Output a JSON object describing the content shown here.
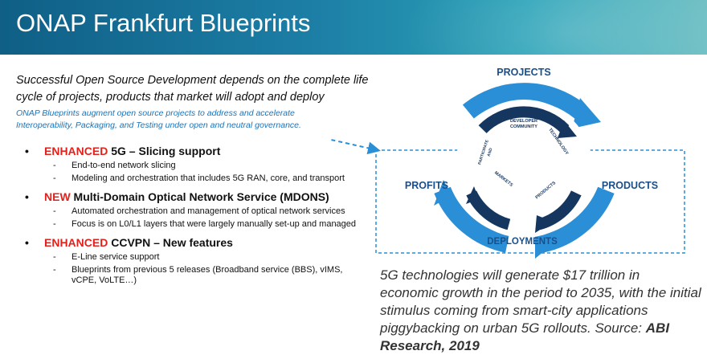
{
  "slide": {
    "title": "ONAP Frankfurt Blueprints",
    "intro_main": "Successful Open Source Development depends on the complete life cycle of projects, products that market will adopt and deploy",
    "intro_sub": "ONAP Blueprints augment open source projects to address and accelerate Interoperability, Packaging, and Testing under open and neutral governance."
  },
  "bullets": [
    {
      "highlight": "ENHANCED",
      "text": " 5G – Slicing support",
      "subs": [
        "End-to-end network slicing",
        "Modeling and orchestration that includes 5G RAN, core, and transport"
      ]
    },
    {
      "highlight": "NEW",
      "text": " Multi-Domain Optical Network Service (MDONS)",
      "subs": [
        "Automated orchestration and management of optical network services",
        "Focus is on L0/L1 layers that were largely manually set-up and managed"
      ]
    },
    {
      "highlight": "ENHANCED",
      "text": " CCVPN – New features",
      "subs": [
        "E-Line service support",
        "Blueprints from previous 5 releases (Broadband service (BBS), vIMS, vCPE, VoLTE…)"
      ]
    }
  ],
  "cycle": {
    "outer_labels": {
      "top": "PROJECTS",
      "right": "PRODUCTS",
      "bottom": "DEPLOYMENTS",
      "left": "PROFITS"
    },
    "inner_labels": {
      "top_line1": "DEVELOPER",
      "top_line2": "COMMUNITY",
      "right": "TECHNOLOGY",
      "products": "PRODUCTS",
      "markets": "MARKETS",
      "left_line1": "PARTICIPATE",
      "left_line2": "AND"
    }
  },
  "quote": {
    "text": "5G technologies will generate $17 trillion in economic growth in the period to 2035, with the initial stimulus coming from smart-city applications piggybacking on urban 5G rollouts. Source: ",
    "source": "ABI Research, 2019"
  },
  "colors": {
    "accent_red": "#e3211c",
    "ring_blue": "#2a8fd6",
    "inner_navy": "#15365f",
    "header_teal": "#1d7fa6"
  }
}
